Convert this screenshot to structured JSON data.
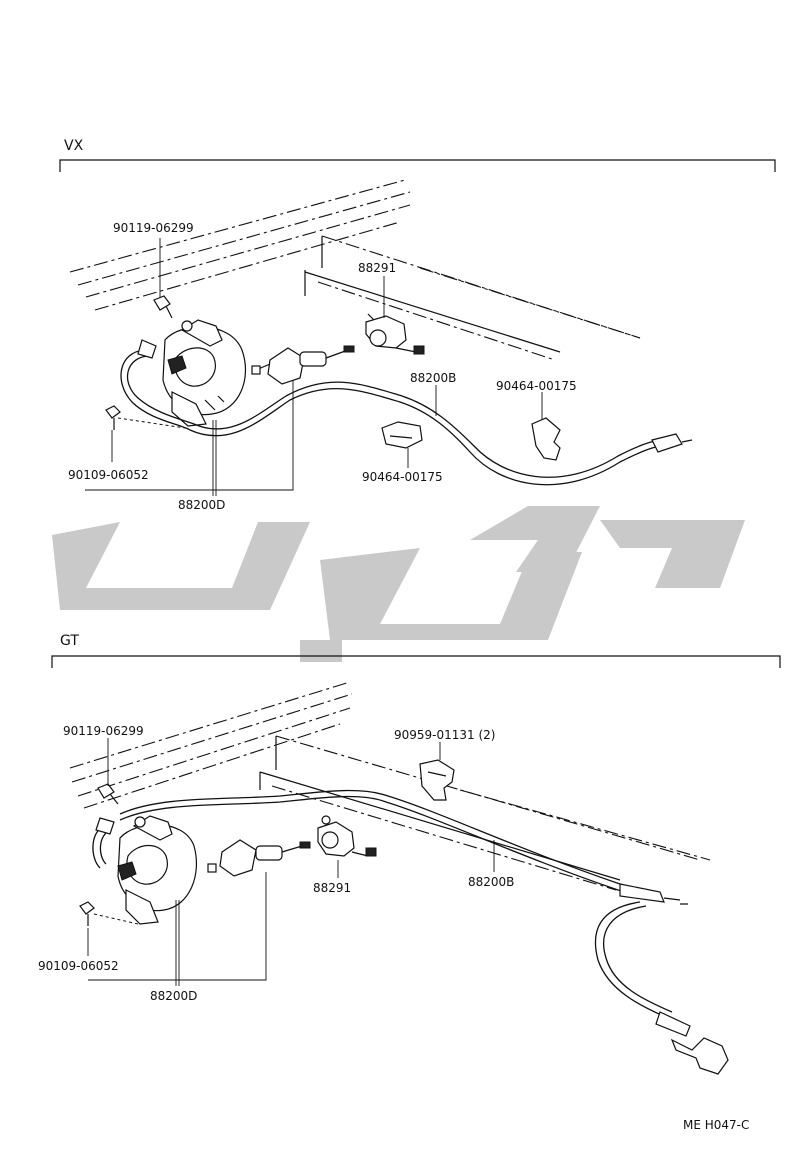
{
  "sections": {
    "vx": {
      "title": "VX",
      "labels": {
        "bolt_top": "90119-06299",
        "bracket": "88291",
        "cable": "88200B",
        "clamp_right": "90464-00175",
        "clamp_bottom": "90464-00175",
        "bolt_bottom": "90109-06052",
        "actuator": "88200D"
      }
    },
    "gt": {
      "title": "GT",
      "labels": {
        "bolt_top": "90119-06299",
        "clamp": "90959-01131 (2)",
        "bracket": "88291",
        "cable": "88200B",
        "bolt_bottom": "90109-06052",
        "actuator": "88200D"
      }
    }
  },
  "footer": {
    "code": "ME H047-C"
  },
  "watermark": {
    "color": "#c9c9c9"
  }
}
